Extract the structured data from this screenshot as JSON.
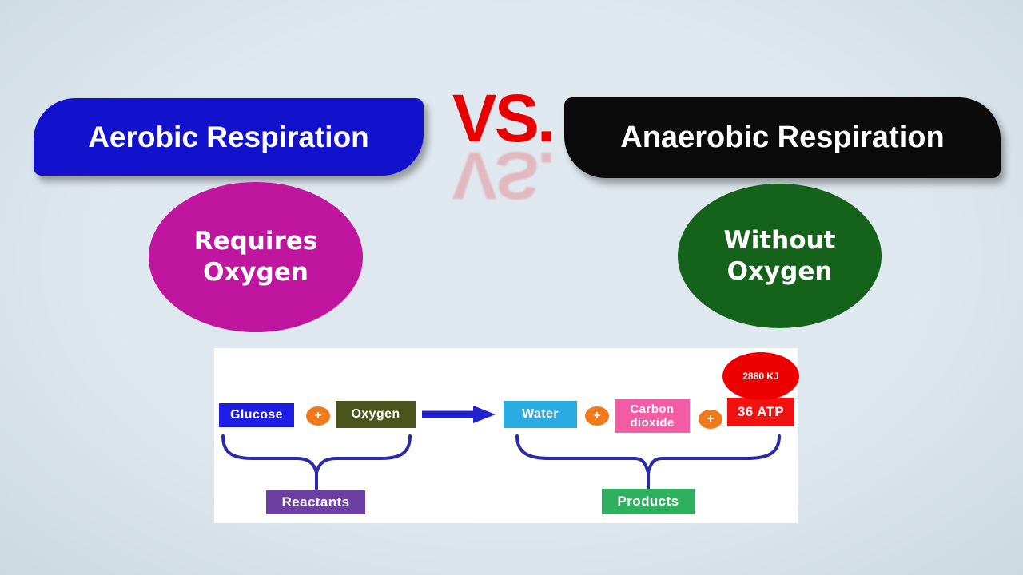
{
  "header": {
    "left_title": "Aerobic Respiration",
    "vs_label": "VS.",
    "right_title": "Anaerobic Respiration"
  },
  "bubbles": {
    "left_text": "Requires Oxygen",
    "right_text": "Without Oxygen"
  },
  "equation": {
    "reactant_1": "Glucose",
    "plus": "+",
    "reactant_2": "Oxygen",
    "product_1": "Water",
    "product_2": "Carbon dioxide",
    "product_3": "36 ATP",
    "energy": "2880 KJ",
    "reactants_label": "Reactants",
    "products_label": "Products"
  },
  "colors": {
    "page-bg": "#d8e2e9",
    "aerobic-banner": "#1212cc",
    "anaerobic-banner": "#0b0b0b",
    "vs-red": "#e80000",
    "requires-bubble": "#c0169f",
    "without-bubble": "#15621a",
    "glucose-box": "#1d1de6",
    "oxygen-box": "#4a551e",
    "water-box": "#2aabe2",
    "co2-box": "#f45ca6",
    "atp-box": "#f01111",
    "energy-ellipse": "#ee0000",
    "plus-ellipse": "#f0791c",
    "reactants-box": "#6e3fa3",
    "products-box": "#2fb05f",
    "arrow-blue": "#2222cc",
    "brace-blue": "#2a2aa8"
  }
}
